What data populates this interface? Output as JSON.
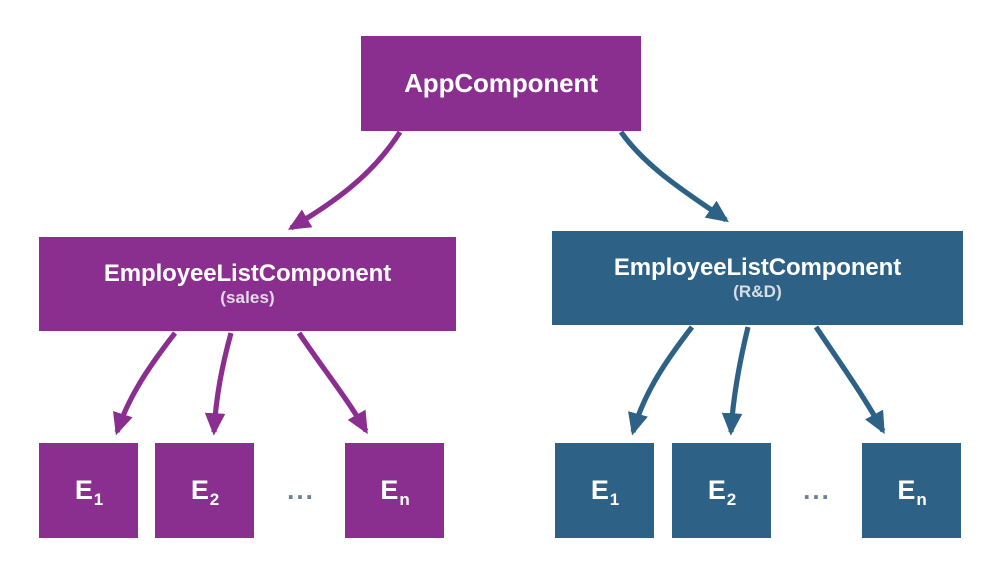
{
  "diagram": {
    "type": "component-tree",
    "background": "#ffffff",
    "colors": {
      "purple": "#8a2f8f",
      "blue": "#2d6186",
      "text": "#ffffff",
      "subtitle_purple": "#e2dce6",
      "subtitle_blue": "#d8dee4",
      "ellipsis": "#6f7f92"
    },
    "root": {
      "label": "AppComponent"
    },
    "branches": [
      {
        "id": "sales",
        "color": "#8a2f8f",
        "label": "EmployeeListComponent",
        "subtitle": "(sales)",
        "leaves": [
          {
            "label": "E",
            "subscript": "1"
          },
          {
            "label": "E",
            "subscript": "2"
          },
          {
            "label": "E",
            "subscript": "n"
          }
        ],
        "ellipsis": "..."
      },
      {
        "id": "rd",
        "color": "#2d6186",
        "label": "EmployeeListComponent",
        "subtitle": "(R&D)",
        "leaves": [
          {
            "label": "E",
            "subscript": "1"
          },
          {
            "label": "E",
            "subscript": "2"
          },
          {
            "label": "E",
            "subscript": "n"
          }
        ],
        "ellipsis": "..."
      }
    ]
  }
}
